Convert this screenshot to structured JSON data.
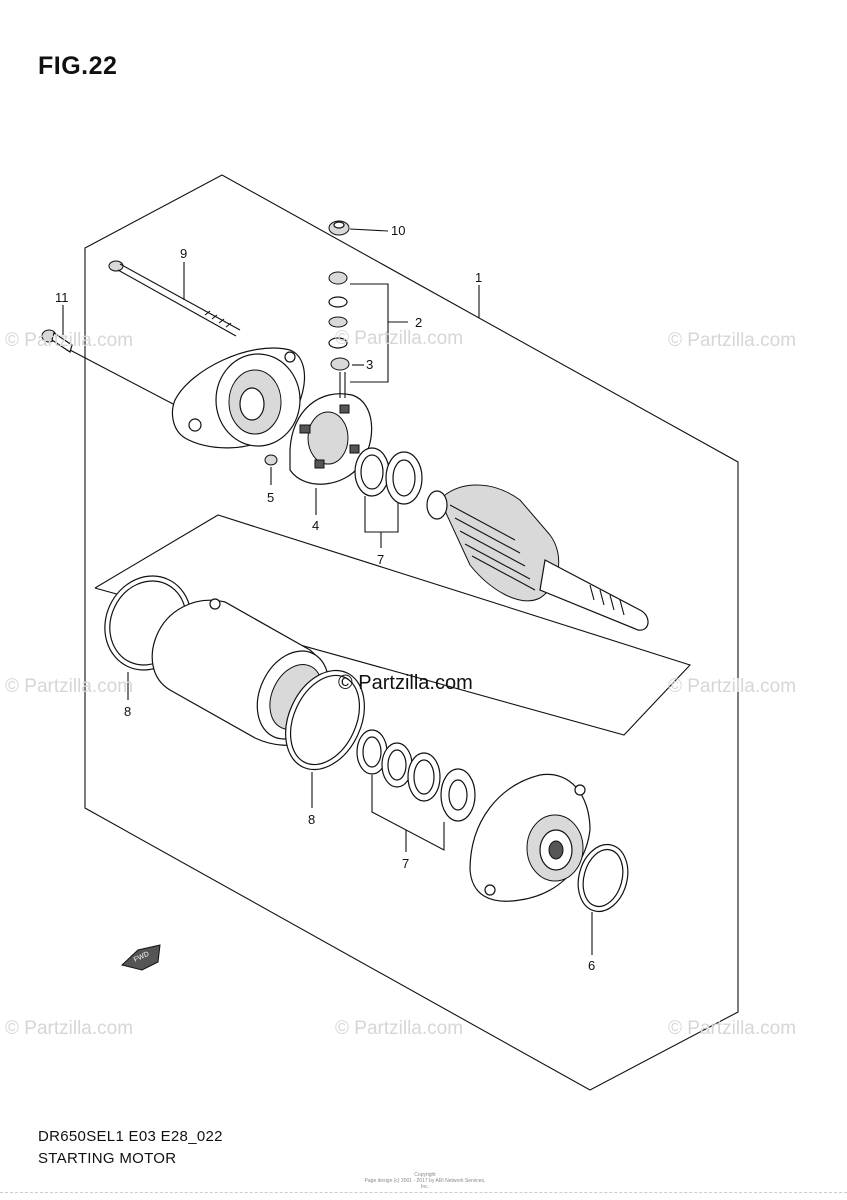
{
  "figure": {
    "title": "FIG.22"
  },
  "diagram": {
    "code": "DR650SEL1 E03 E28_022",
    "caption": "STARTING MOTOR"
  },
  "callouts": [
    "10",
    "9",
    "1",
    "11",
    "2",
    "3",
    "5",
    "4",
    "7",
    "8",
    "8",
    "7",
    "6"
  ],
  "watermark": {
    "text": "© Partzilla.com"
  },
  "arrow": {
    "label": "FWD"
  },
  "copyright": {
    "line1": "Copyright",
    "line2": "Page design (c) 2001 - 2017 by ARI Network Services, Inc."
  }
}
